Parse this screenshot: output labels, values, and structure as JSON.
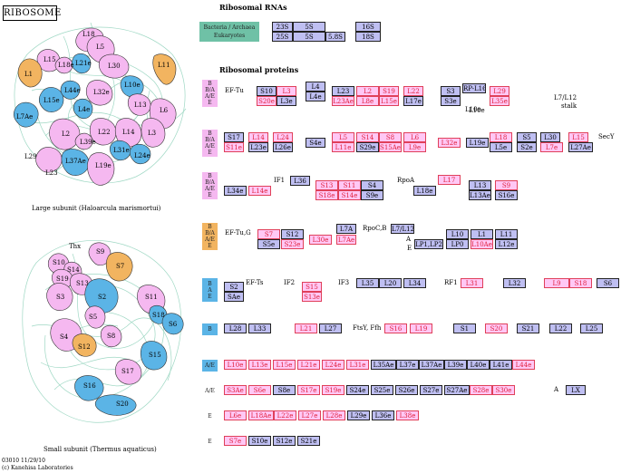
{
  "title": "RIBOSOME",
  "rrna_title": "Ribosomal RNAs",
  "rprot_title": "Ribosomal proteins",
  "rna_legend": [
    "Bacteria / Archaea",
    "Eukaryotes"
  ],
  "rna_keys": [
    "23S",
    "5S",
    "16S",
    "25S",
    "5S",
    "5.8S",
    "18S"
  ],
  "large_caption": "Large subunit (Haloarcula marismortui)",
  "small_caption": "Small subunit (Thermus aquaticus)",
  "footer_code": "03010 11/29/10",
  "footer_credit": "(c) Kanehisa Laboratories",
  "large_labels": [
    "L18",
    "L5",
    "L15",
    "L18e",
    "L21e",
    "L30",
    "L1",
    "L11",
    "L44e",
    "L10e",
    "L32e",
    "L15e",
    "L4e",
    "L13",
    "L6",
    "L7Ae",
    "L2",
    "L22",
    "L14",
    "L3",
    "L29",
    "L39e",
    "L23",
    "L37Ae",
    "L19e",
    "L31e",
    "L24e"
  ],
  "small_labels": [
    "Thx",
    "S9",
    "S10",
    "S14",
    "S19",
    "S13",
    "S7",
    "S3",
    "S2",
    "S11",
    "S18",
    "S6",
    "S4",
    "S5",
    "S12",
    "S8",
    "S15",
    "S17",
    "S16",
    "S20"
  ],
  "legend_colors": {
    "pink": "#f5b8f0",
    "blue": "#5bb4e6",
    "orange": "#f2b460",
    "green": "#6fc1a6"
  },
  "rows": [
    {
      "domain": [
        "B",
        "B/A",
        "A/E",
        "E"
      ],
      "domain_color": "pink",
      "labels": [
        "EF-Tu",
        "L10e",
        "L7/L12",
        "stalk"
      ],
      "keys": [
        "S10",
        "L3",
        "L4",
        "L4e",
        "L23",
        "L2",
        "S19",
        "L22",
        "S3",
        "RP-L16",
        "L29",
        "S20e",
        "L3e",
        "L23Ae",
        "L8e",
        "L15e",
        "L17e",
        "S3e",
        "L10e",
        "L35e"
      ]
    },
    {
      "domain": [
        "B",
        "B/A",
        "A/E",
        "E"
      ],
      "domain_color": "pink",
      "labels": [
        "SecY"
      ],
      "keys": [
        "S17",
        "L14",
        "L24",
        "L5",
        "S14",
        "S8",
        "L6",
        "L18",
        "S5",
        "L30",
        "L15",
        "S11e",
        "L23e",
        "L26e",
        "S4e",
        "L11e",
        "S29e",
        "S15Ae",
        "L9e",
        "L32e",
        "L19e",
        "L5e",
        "S2e",
        "L7e",
        "L27Ae"
      ]
    },
    {
      "domain": [
        "B",
        "B/A",
        "A/E",
        "E"
      ],
      "domain_color": "pink",
      "labels": [
        "IF1",
        "RpoA"
      ],
      "keys": [
        "L36",
        "S13",
        "S11",
        "S4",
        "L17",
        "L13",
        "S9",
        "L34e",
        "L14e",
        "S18e",
        "S14e",
        "S9e",
        "L18e",
        "L13Ae",
        "S16e"
      ]
    },
    {
      "domain": [
        "B",
        "B/A",
        "A/E",
        "E"
      ],
      "domain_color": "orange",
      "labels": [
        "EF-Tu,G",
        "RpoC,B",
        "A",
        "E"
      ],
      "keys": [
        "S7",
        "S12",
        "L7A",
        "L7/L12",
        "L10",
        "L1",
        "L11",
        "S5e",
        "S23e",
        "L30e",
        "L7Ae",
        "LP1,LP2",
        "LP0",
        "L10Ae",
        "L12e"
      ]
    },
    {
      "domain": [
        "B",
        "A",
        "E"
      ],
      "domain_color": "blue",
      "labels": [
        "EF-Ts",
        "IF2",
        "IF3",
        "RF1"
      ],
      "keys": [
        "S2",
        "SAe",
        "S15",
        "S13e",
        "L35",
        "L20",
        "L34",
        "L31",
        "L32",
        "L9",
        "S18",
        "S6"
      ]
    },
    {
      "domain": [
        "B"
      ],
      "domain_color": "blue",
      "labels": [
        "FtsY, Ffh"
      ],
      "keys": [
        "L28",
        "L33",
        "L21",
        "L27",
        "S16",
        "L19",
        "S1",
        "S20",
        "S21",
        "L22",
        "L25"
      ]
    },
    {
      "domain": [
        "A/E"
      ],
      "domain_color": "blue",
      "keys": [
        "L10e",
        "L13e",
        "L15e",
        "L21e",
        "L24e",
        "L31e",
        "L35Ae",
        "L37e",
        "L37Ae",
        "L39e",
        "L40e",
        "L41e",
        "L44e"
      ]
    },
    {
      "domain": [
        "A/E"
      ],
      "domain_color": "none",
      "labels": [
        "A"
      ],
      "keys": [
        "S3Ae",
        "S6e",
        "S8e",
        "S17e",
        "S19e",
        "S24e",
        "S25e",
        "S26e",
        "S27e",
        "S27Ae",
        "S28e",
        "S30e",
        "LX"
      ]
    },
    {
      "domain": [
        "E"
      ],
      "domain_color": "none",
      "keys": [
        "L6e",
        "L18Ae",
        "L22e",
        "L27e",
        "L28e",
        "L29e",
        "L36e",
        "L38e"
      ]
    },
    {
      "domain": [
        "E"
      ],
      "domain_color": "none",
      "keys": [
        "S7e",
        "S10e",
        "S12e",
        "S21e"
      ]
    }
  ]
}
